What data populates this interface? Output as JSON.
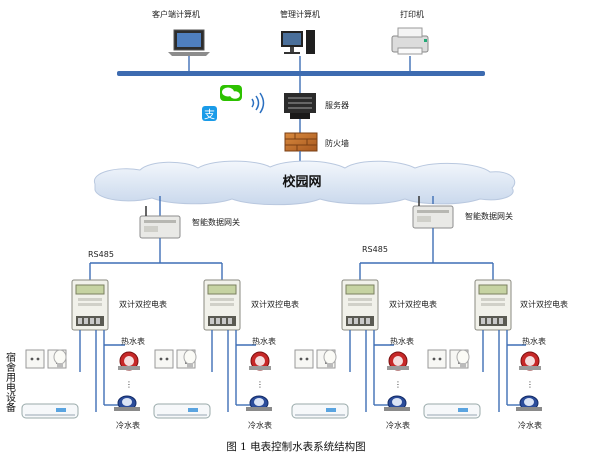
{
  "top_devices": {
    "client": "客户端计算机",
    "admin": "管理计算机",
    "printer": "打印机"
  },
  "server_label": "服务器",
  "firewall_label": "防火墙",
  "cloud_label": "校园网",
  "gateway_label": "智能数据网关",
  "rs485_label": "RS485",
  "meter_label": "双计双控电表",
  "hot_water_label": "热水表",
  "cold_water_label": "冷水表",
  "dorm_label": "宿舍用电设备",
  "caption": "图 1 电表控制水表系统结构图",
  "colors": {
    "bus": "#3d6bb0",
    "line": "#3f6fb5",
    "wechat": "#2dc100",
    "alipay": "#1a9be8",
    "firewall": "#c9762f",
    "cloud": "#dfe9f5"
  }
}
